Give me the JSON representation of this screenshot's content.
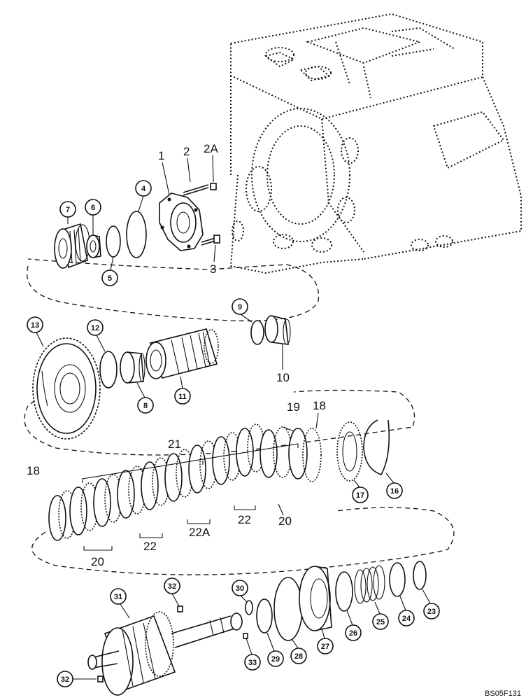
{
  "figure_code": "BS05F131",
  "plain_labels": {
    "p1": "1",
    "p2": "2",
    "p2A": "2A",
    "p3": "3",
    "p10": "10",
    "p18a": "18",
    "p18b": "18",
    "p19": "19",
    "p20a": "20",
    "p20b": "20",
    "p21": "21",
    "p22a": "22",
    "p22b": "22",
    "p22A": "22A"
  },
  "callouts": {
    "c4": "4",
    "c5": "5",
    "c6": "6",
    "c7": "7",
    "c8": "8",
    "c9": "9",
    "c11": "11",
    "c12": "12",
    "c13": "13",
    "c16": "16",
    "c17": "17",
    "c23": "23",
    "c24": "24",
    "c25": "25",
    "c26": "26",
    "c27": "27",
    "c28": "28",
    "c29": "29",
    "c30": "30",
    "c31": "31",
    "c32a": "32",
    "c32b": "32",
    "c33": "33"
  }
}
